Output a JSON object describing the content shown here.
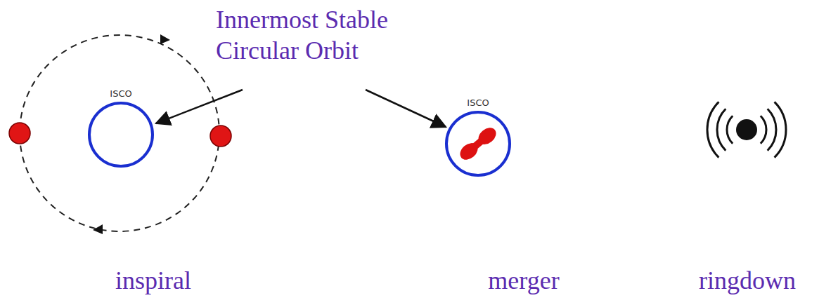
{
  "diagram": {
    "nodes": [
      {
        "text": [
          "ISCO"
        ]
      },
      {
        "text": [
          "ISCO"
        ]
      }
    ],
    "labels": [
      "Innermost Stable Circular Orbit",
      "inspiral",
      "merger",
      "ringdown"
    ]
  }
}
